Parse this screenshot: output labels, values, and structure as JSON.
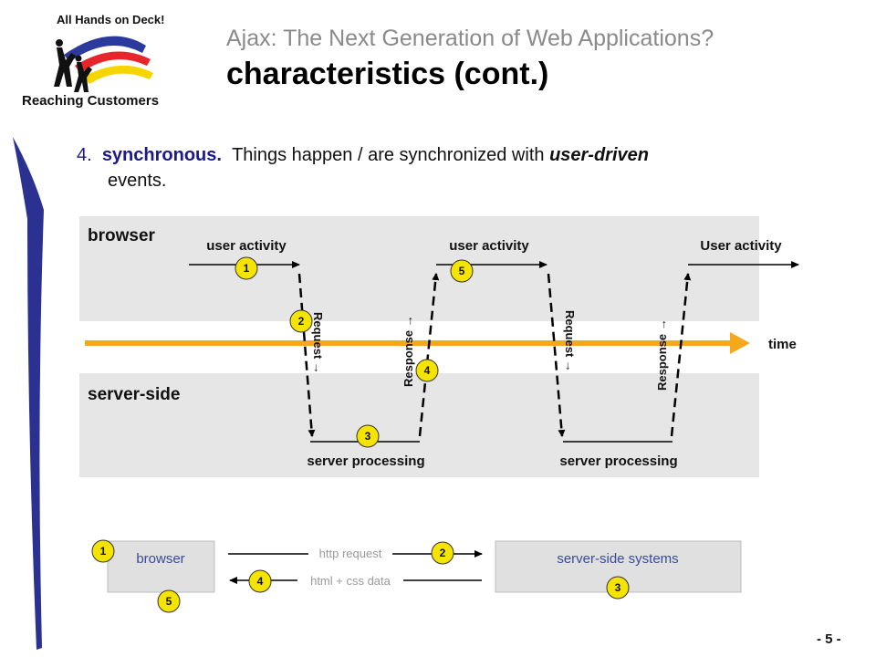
{
  "logo": {
    "top_text": "All Hands on Deck!",
    "bottom_text": "Reaching Customers",
    "colors": [
      "#2b3a9c",
      "#e6262a",
      "#f5d400",
      "#111111"
    ]
  },
  "header": {
    "subtitle": "Ajax: The Next Generation of Web Applications?",
    "title": "characteristics (cont.)"
  },
  "bullet": {
    "number": "4.",
    "keyword": "synchronous.",
    "text_before": "Things happen / are synchronized with",
    "emphasis": "user-driven",
    "text_after": "events."
  },
  "timeline": {
    "browser_label": "browser",
    "server_label": "server-side",
    "time_label": "time",
    "activity_labels": [
      "user activity",
      "user activity",
      "User activity"
    ],
    "processing_labels": [
      "server processing",
      "server processing"
    ],
    "request_labels": [
      "Request →",
      "Request →"
    ],
    "response_labels": [
      "Response →",
      "Response →"
    ],
    "badges": [
      "1",
      "2",
      "3",
      "4",
      "5"
    ],
    "colors": {
      "band": "#e6e6e6",
      "time_arrow": "#f5a81c",
      "badge": "#f5e400"
    }
  },
  "flow": {
    "browser_box": "browser",
    "server_box": "server-side systems",
    "request_label": "http request",
    "response_label": "html + css data",
    "badges": [
      "1",
      "2",
      "3",
      "4",
      "5"
    ]
  },
  "footer": {
    "page_number": "- 5 -"
  }
}
